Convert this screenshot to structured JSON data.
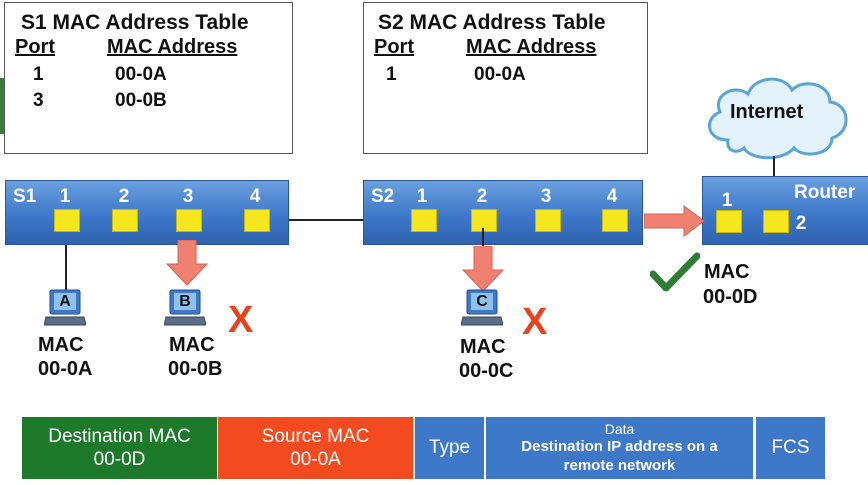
{
  "s1_table": {
    "title": "S1 MAC Address Table",
    "port_header": "Port",
    "mac_header": "MAC Address",
    "rows": [
      {
        "port": "1",
        "mac": "00-0A"
      },
      {
        "port": "3",
        "mac": "00-0B"
      }
    ]
  },
  "s2_table": {
    "title": "S2 MAC Address Table",
    "port_header": "Port",
    "mac_header": "MAC Address",
    "rows": [
      {
        "port": "1",
        "mac": "00-0A"
      }
    ]
  },
  "s1": {
    "name": "S1",
    "ports": [
      "1",
      "2",
      "3",
      "4"
    ]
  },
  "s2": {
    "name": "S2",
    "ports": [
      "1",
      "2",
      "3",
      "4"
    ]
  },
  "router": {
    "name": "Router",
    "port1": "1",
    "port2": "2",
    "mac_label": "MAC",
    "mac": "00-0D"
  },
  "internet": {
    "label": "Internet"
  },
  "hosts": [
    {
      "id": "A",
      "mac_label": "MAC",
      "mac": "00-0A"
    },
    {
      "id": "B",
      "mac_label": "MAC",
      "mac": "00-0B",
      "dropped_mark": "X"
    },
    {
      "id": "C",
      "mac_label": "MAC",
      "mac": "00-0C",
      "dropped_mark": "X"
    }
  ],
  "frame": {
    "dest_mac_label": "Destination MAC",
    "dest_mac": "00-0D",
    "src_mac_label": "Source MAC",
    "src_mac": "00-0A",
    "type": "Type",
    "data_label": "Data",
    "data_desc": "Destination IP address on a remote network",
    "fcs": "FCS"
  },
  "colors": {
    "dest": "#1d7a2a",
    "src": "#f34a1f",
    "field": "#3e78c8",
    "arrow": "#f08070",
    "check": "#2e7d32",
    "switch": "#3e78c8",
    "port": "#f5e61e"
  }
}
